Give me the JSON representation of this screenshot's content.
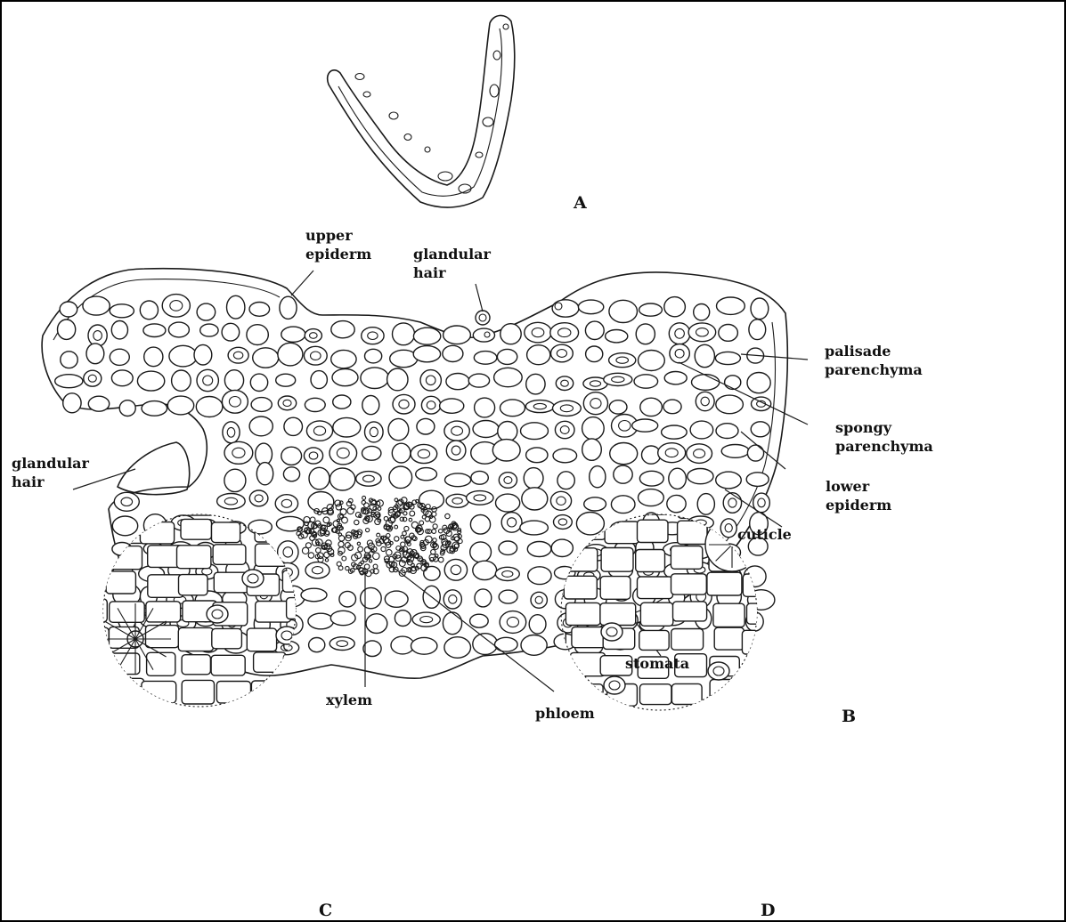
{
  "figure": {
    "panel_labels": {
      "a": "A",
      "b": "B",
      "c": "C",
      "d": "D"
    },
    "labels": {
      "upper_epiderm": [
        "upper",
        "epiderm"
      ],
      "glandular_hair_top": [
        "glandular",
        "hair"
      ],
      "palisade_parenchyma": [
        "palisade",
        "parenchyma"
      ],
      "spongy_parenchyma": [
        "spongy",
        "parenchyma"
      ],
      "glandular_hair_left": [
        "glandular",
        "hair"
      ],
      "lower_epiderm": [
        "lower",
        "epiderm"
      ],
      "cuticle": "cuticle",
      "stomata": "stomata",
      "xylem": "xylem",
      "phloem": "phloem"
    }
  },
  "colors": {
    "ink": "#1a1a1a",
    "background": "#ffffff"
  }
}
